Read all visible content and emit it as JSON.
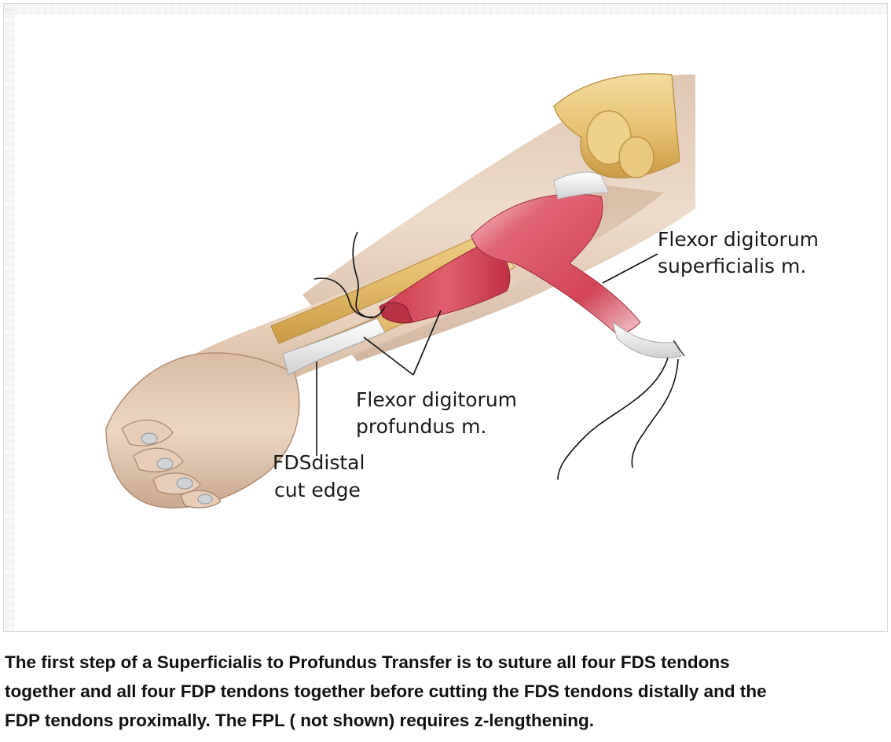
{
  "figure": {
    "labels": {
      "fds_muscle_line1": "Flexor digitorum",
      "fds_muscle_line2": "superficialis m.",
      "fdp_muscle_line1": "Flexor digitorum",
      "fdp_muscle_line2": "profundus m.",
      "fds_cut_line1": "FDSdistal",
      "fds_cut_line2": "cut edge"
    },
    "colors": {
      "skin": "#e9d2bd",
      "skin_shadow": "#c9a88e",
      "bone": "#e8c77e",
      "bone_shadow": "#c99a45",
      "muscle": "#d9485a",
      "muscle_light": "#ef9aa3",
      "tendon": "#f4f4f4"
    }
  },
  "caption": {
    "line1": "The first step of a Superficialis to Profundus Transfer is to suture all four FDS tendons",
    "line2": "together and all four FDP tendons together before cutting the FDS tendons distally and the",
    "line3": "FDP tendons proximally. The FPL ( not shown) requires z-lengthening."
  }
}
